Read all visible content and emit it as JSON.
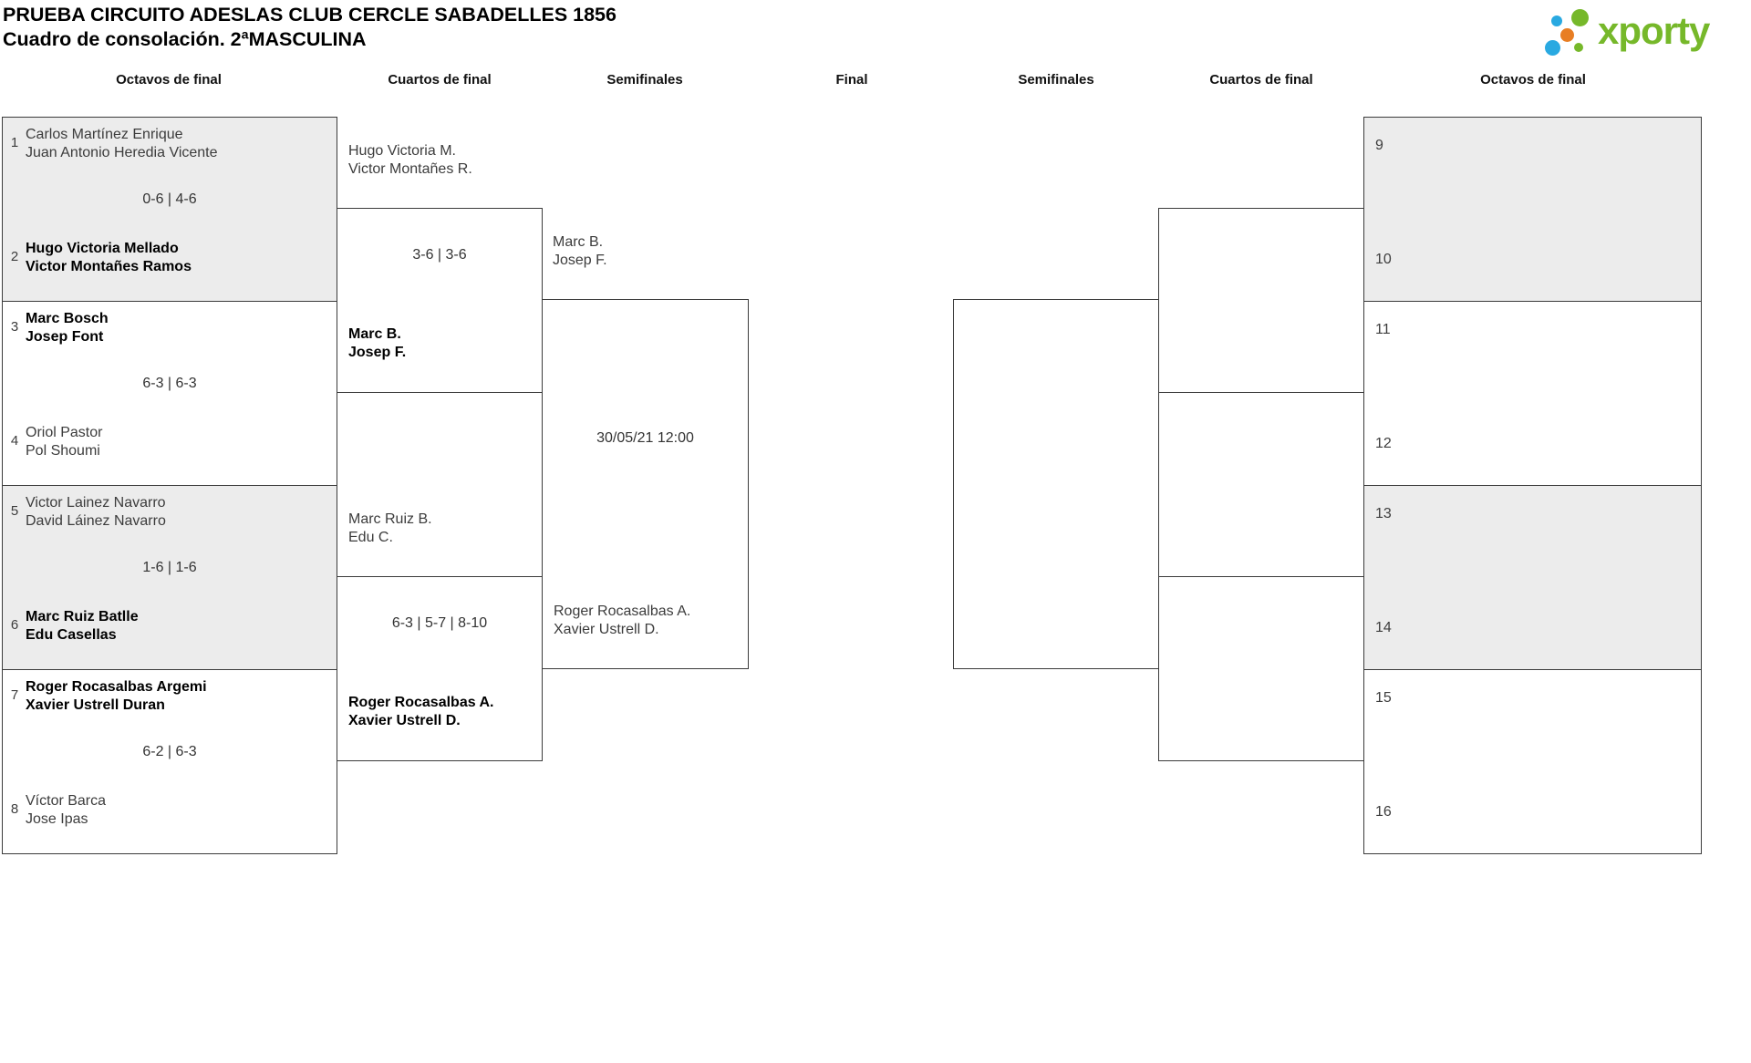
{
  "title": {
    "line1": "PRUEBA CIRCUITO ADESLAS CLUB CERCLE SABADELLES 1856",
    "line2": "Cuadro de consolación. 2ªMASCULINA"
  },
  "logo": {
    "text": "xporty",
    "green": "#76b82a",
    "blue": "#29a9e1",
    "orange": "#e87e23"
  },
  "headers": [
    "Octavos de final",
    "Cuartos de final",
    "Semifinales",
    "Final",
    "Semifinales",
    "Cuartos de final",
    "Octavos de final"
  ],
  "left_r16": [
    {
      "seed_top": "1",
      "team_top": [
        "Carlos Martínez Enrique",
        "Juan Antonio Heredia Vicente"
      ],
      "score": "0-6 | 4-6",
      "seed_bottom": "2",
      "team_bottom": [
        "Hugo Victoria Mellado",
        "Victor Montañes Ramos"
      ]
    },
    {
      "seed_top": "3",
      "team_top": [
        "Marc Bosch",
        "Josep Font"
      ],
      "score": "6-3 | 6-3",
      "seed_bottom": "4",
      "team_bottom": [
        "Oriol Pastor",
        "Pol Shoumi"
      ]
    },
    {
      "seed_top": "5",
      "team_top": [
        "Victor Lainez Navarro",
        "David Láinez Navarro"
      ],
      "score": "1-6 | 1-6",
      "seed_bottom": "6",
      "team_bottom": [
        "Marc Ruiz Batlle",
        "Edu Casellas"
      ]
    },
    {
      "seed_top": "7",
      "team_top": [
        "Roger Rocasalbas Argemi",
        "Xavier Ustrell Duran"
      ],
      "score": "6-2 | 6-3",
      "seed_bottom": "8",
      "team_bottom": [
        "Víctor Barca",
        "Jose Ipas"
      ]
    }
  ],
  "left_qf": [
    {
      "team_top": [
        "Hugo Victoria M.",
        "Victor Montañes R."
      ],
      "score": "3-6 | 3-6",
      "winner": [
        "Marc B.",
        "Josep F."
      ]
    },
    {
      "team_top": [
        "Marc Ruiz B.",
        "Edu C."
      ],
      "score": "6-3 | 5-7 | 8-10",
      "winner": [
        "Roger Rocasalbas A.",
        "Xavier Ustrell D."
      ]
    }
  ],
  "left_sf": {
    "team_top": [
      "Marc B.",
      "Josep F."
    ],
    "date": "30/05/21 12:00",
    "team_bottom": [
      "Roger Rocasalbas A.",
      "Xavier Ustrell D."
    ]
  },
  "right_r16": [
    {
      "num_top": "9",
      "num_bottom": "10"
    },
    {
      "num_top": "11",
      "num_bottom": "12"
    },
    {
      "num_top": "13",
      "num_bottom": "14"
    },
    {
      "num_top": "15",
      "num_bottom": "16"
    }
  ]
}
